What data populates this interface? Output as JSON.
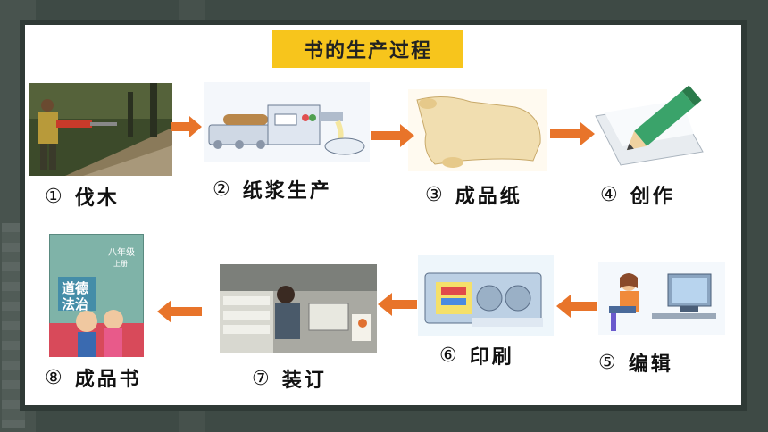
{
  "title": "书的生产过程",
  "steps": [
    {
      "num": "①",
      "label": "伐木"
    },
    {
      "num": "②",
      "label": "纸浆生产"
    },
    {
      "num": "③",
      "label": "成品纸"
    },
    {
      "num": "④",
      "label": "创作"
    },
    {
      "num": "⑤",
      "label": "编辑"
    },
    {
      "num": "⑥",
      "label": "印刷"
    },
    {
      "num": "⑦",
      "label": "装订"
    },
    {
      "num": "⑧",
      "label": "成品书"
    }
  ],
  "book_cover": {
    "grade": "八年级",
    "volume": "上册",
    "subject_line1": "道德",
    "subject_line2": "法治"
  },
  "colors": {
    "arrow": "#e8742a",
    "title_bg": "#f7c51c",
    "frame": "#2f3a36"
  }
}
